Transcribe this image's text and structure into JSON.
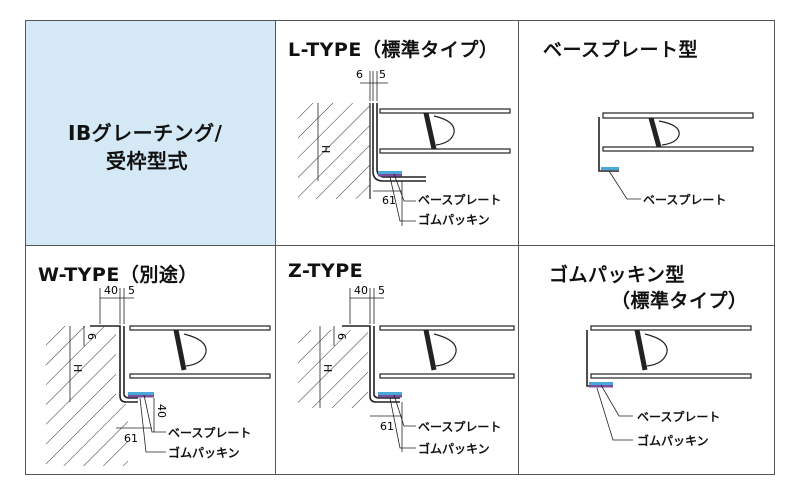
{
  "panels": {
    "ib": {
      "line1": "IBグレーチング/",
      "line2": "受枠型式",
      "color": "#d4e8f5"
    },
    "l_type": {
      "title": "L-TYPE（標準タイプ）",
      "dim_top_a": "6",
      "dim_top_b": "5",
      "dim_h": "H",
      "dim_61": "61",
      "label_base": "ベースプレート",
      "label_gum": "ゴムパッキン"
    },
    "base_type": {
      "title": "ベースプレート型",
      "label_base": "ベースプレート"
    },
    "w_type": {
      "title": "W-TYPE（別途）",
      "dim_top_a": "40",
      "dim_top_b": "5",
      "dim_6": "6",
      "dim_h": "H",
      "dim_40": "40",
      "dim_61": "61",
      "label_base": "ベースプレート",
      "label_gum": "ゴムパッキン"
    },
    "z_type": {
      "title": "Z-TYPE",
      "dim_top_a": "40",
      "dim_top_b": "5",
      "dim_6": "6",
      "dim_h": "H",
      "dim_61": "61",
      "label_base": "ベースプレート",
      "label_gum": "ゴムパッキン"
    },
    "gum_type": {
      "title_line1": "ゴムパッキン型",
      "title_line2": "（標準タイプ）",
      "label_base": "ベースプレート",
      "label_gum": "ゴムパッキン"
    }
  },
  "colors": {
    "base_plate": "#4aa8d8",
    "gum_packing": "#7a4f9e",
    "border": "#555555"
  }
}
